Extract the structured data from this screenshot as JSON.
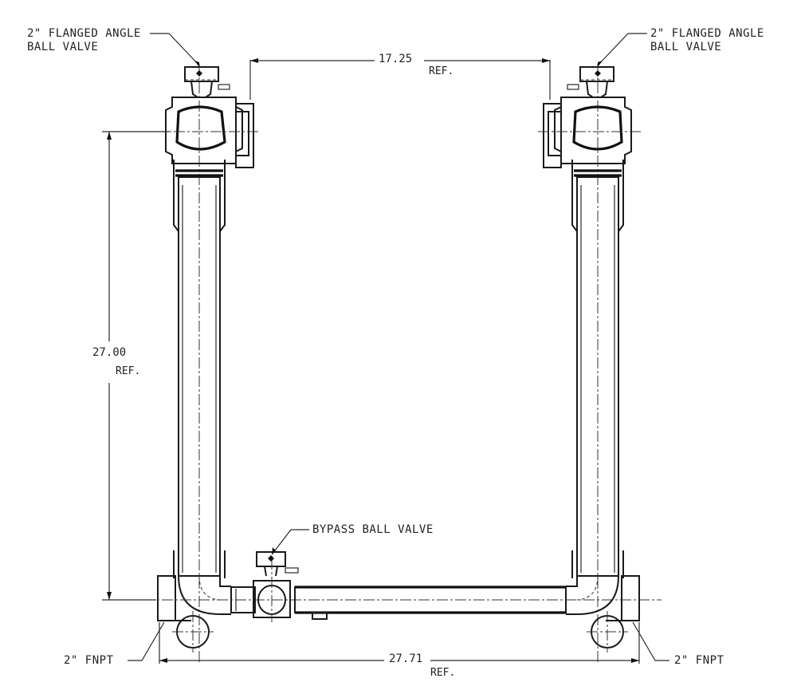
{
  "drawing": {
    "callouts": {
      "top_left_valve": {
        "line1": "2\" FLANGED ANGLE",
        "line2": "BALL VALVE"
      },
      "top_right_valve": {
        "line1": "2\" FLANGED ANGLE",
        "line2": "BALL VALVE"
      },
      "bypass_valve": "BYPASS BALL VALVE",
      "bottom_left_connection": "2\" FNPT",
      "bottom_right_connection": "2\" FNPT"
    },
    "dimensions": {
      "top_width": {
        "value": "17.25",
        "ref": "REF."
      },
      "height": {
        "value": "27.00",
        "ref": "REF."
      },
      "bottom_width": {
        "value": "27.71",
        "ref": "REF."
      }
    },
    "colors": {
      "line": "#1a1a1a",
      "background": "#ffffff"
    }
  }
}
